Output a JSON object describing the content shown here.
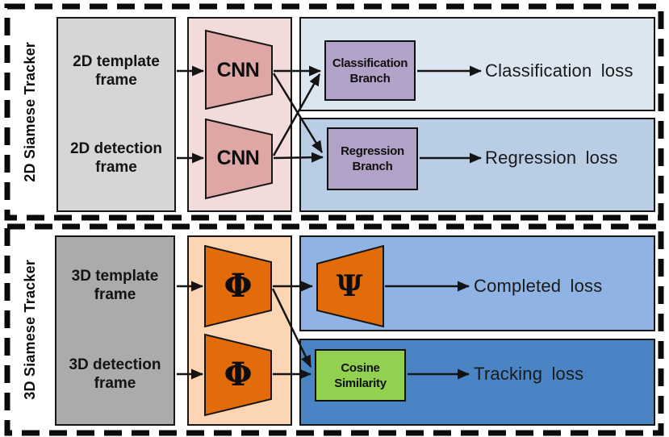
{
  "sections": [
    {
      "label": "2D Siamese Tracker",
      "inputs": [
        {
          "line1": "2D template",
          "line2": "frame"
        },
        {
          "line1": "2D detection",
          "line2": "frame"
        }
      ],
      "encoder_top": "CNN",
      "encoder_bottom": "CNN",
      "branch_top": {
        "line1": "Classification",
        "line2": "Branch"
      },
      "branch_bottom": {
        "line1": "Regression",
        "line2": "Branch"
      },
      "loss_top": "Classification loss",
      "loss_bottom": "Regression loss"
    },
    {
      "label": "3D Siamese Tracker",
      "inputs": [
        {
          "line1": "3D template",
          "line2": "frame"
        },
        {
          "line1": "3D detection",
          "line2": "frame"
        }
      ],
      "encoder_top": "Φ",
      "encoder_bottom": "Φ",
      "decoder": "Ψ",
      "branch_bottom": {
        "line1": "Cosine",
        "line2": "Similarity"
      },
      "loss_top": "Completed loss",
      "loss_bottom": "Tracking loss"
    }
  ],
  "colors": {
    "outline": "#161616",
    "frame_box_2d": "#D6D6D6",
    "frame_box_3d": "#ABABAB",
    "cnn_panel": "#F2DCDB",
    "cnn_trapezoid": "#DFA6A6",
    "phi_panel": "#FBD5B4",
    "phi_trapezoid": "#E36C0A",
    "classification_panel": "#DCE6F1",
    "regression_panel": "#B9CDE5",
    "completed_panel": "#8FB3E2",
    "tracking_panel": "#4B84C4",
    "branch_box": "#B3A2C7",
    "cosine_box": "#92D050"
  }
}
